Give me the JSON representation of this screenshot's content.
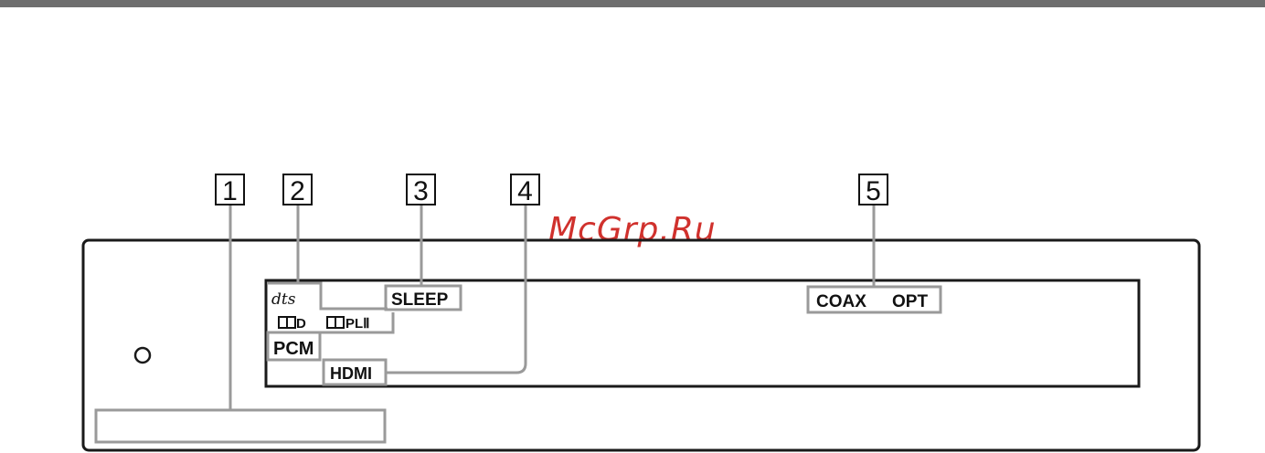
{
  "callouts": [
    "1",
    "2",
    "3",
    "4",
    "5"
  ],
  "indicators": {
    "dts": "dts",
    "dolby_d": "D",
    "dolby_pl2": "PLⅡ",
    "pcm": "PCM",
    "sleep": "SLEEP",
    "hdmi": "HDMI",
    "coax": "COAX",
    "opt": "OPT"
  },
  "watermark": "McGrp.Ru",
  "colors": {
    "frame": "#1a1a1a",
    "highlight": "#9a9a9a",
    "watermark": "#d0312d",
    "top_bar": "#6e6e6e"
  }
}
